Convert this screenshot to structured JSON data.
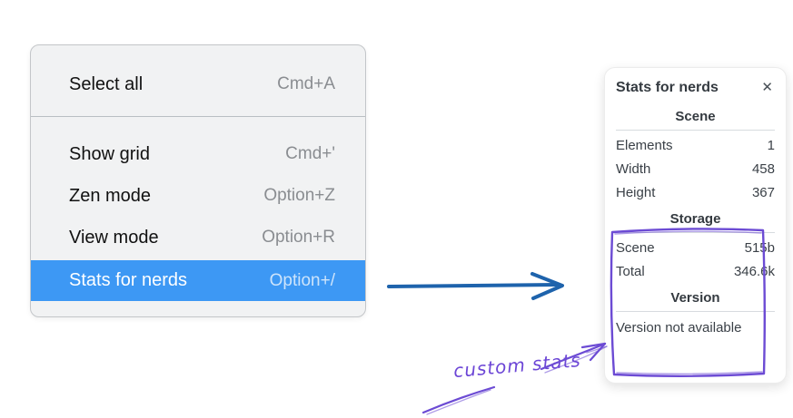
{
  "menu": {
    "items": [
      {
        "label": "Select all",
        "shortcut": "Cmd+A"
      },
      {
        "label": "Show grid",
        "shortcut": "Cmd+'"
      },
      {
        "label": "Zen mode",
        "shortcut": "Option+Z"
      },
      {
        "label": "View mode",
        "shortcut": "Option+R"
      },
      {
        "label": "Stats for nerds",
        "shortcut": "Option+/"
      }
    ],
    "highlighted_item": "Stats for nerds"
  },
  "stats_panel": {
    "title": "Stats for nerds",
    "close_icon": "✕",
    "scene": {
      "title": "Scene",
      "rows": [
        {
          "label": "Elements",
          "value": "1"
        },
        {
          "label": "Width",
          "value": "458"
        },
        {
          "label": "Height",
          "value": "367"
        }
      ]
    },
    "storage": {
      "title": "Storage",
      "rows": [
        {
          "label": "Scene",
          "value": "515b"
        },
        {
          "label": "Total",
          "value": "346.6k"
        }
      ]
    },
    "version": {
      "title": "Version",
      "note": "Version not available"
    }
  },
  "annotation": {
    "label": "custom stats"
  },
  "colors": {
    "menu_bg": "#f1f2f3",
    "menu_highlight": "#3d98f4",
    "highlight_text": "#ffffff",
    "shortcut_gray": "#8a8d91",
    "arrow_blue": "#1e63ac",
    "annotation_purple": "#6c4bd4",
    "panel_text": "#343a40"
  }
}
